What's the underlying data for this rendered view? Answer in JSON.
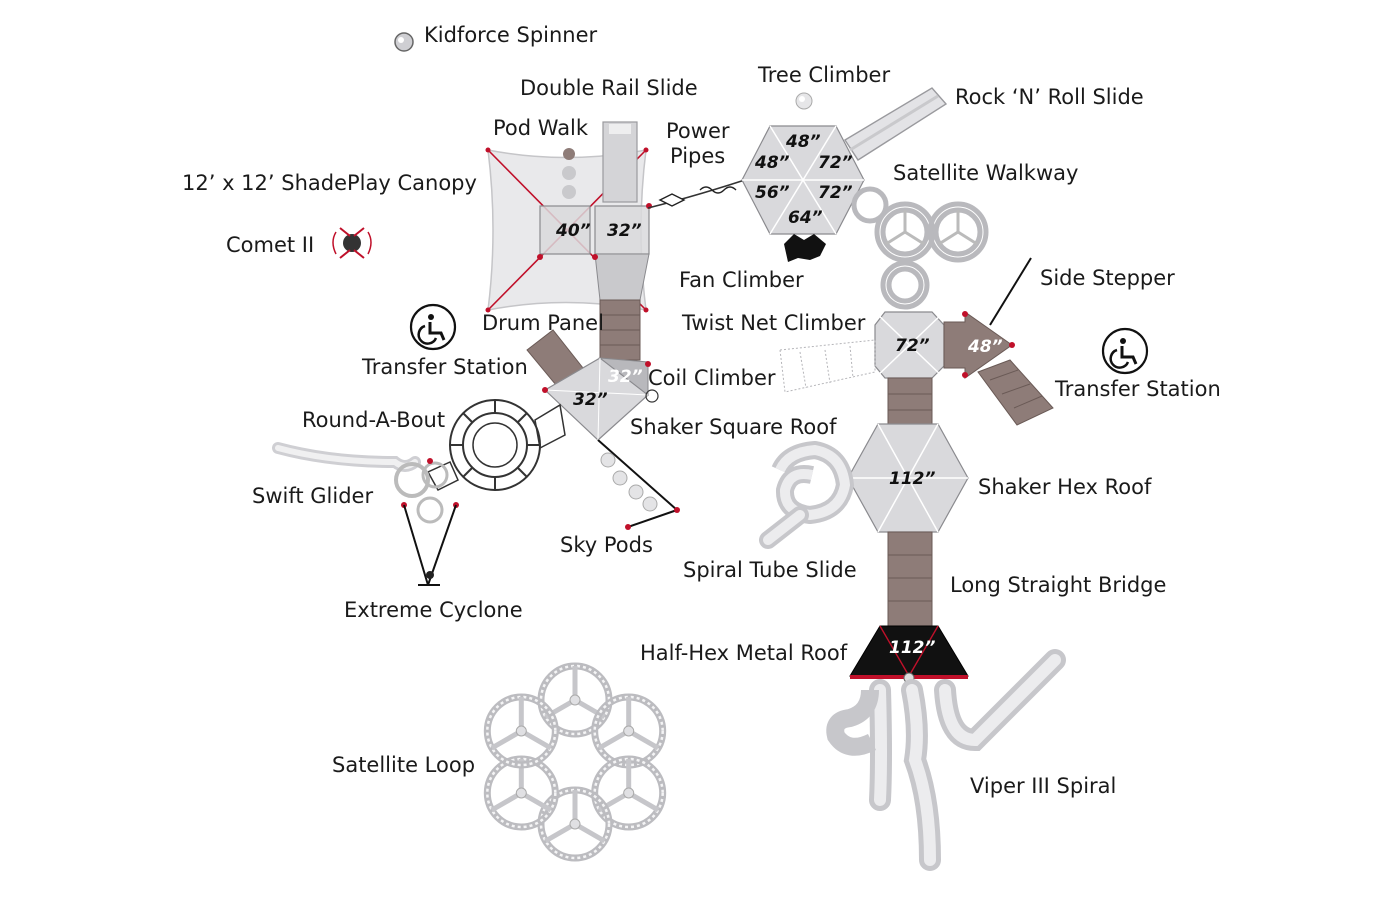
{
  "labels": {
    "kidforce_spinner": "Kidforce Spinner",
    "double_rail_slide": "Double Rail Slide",
    "tree_climber": "Tree Climber",
    "rock_n_roll_slide": "Rock ‘N’ Roll Slide",
    "pod_walk": "Pod Walk",
    "power_pipes_1": "Power",
    "power_pipes_2": "Pipes",
    "shadeplay_canopy": "12’ x 12’ ShadePlay Canopy",
    "satellite_walkway": "Satellite Walkway",
    "comet_ii": "Comet II",
    "fan_climber": "Fan Climber",
    "side_stepper": "Side Stepper",
    "drum_panel": "Drum Panel",
    "twist_net_climber": "Twist Net Climber",
    "transfer_station_left": "Transfer Station",
    "transfer_station_right": "Transfer Station",
    "coil_climber": "Coil Climber",
    "round_a_bout": "Round-A-Bout",
    "shaker_square_roof": "Shaker Square Roof",
    "shaker_hex_roof": "Shaker Hex Roof",
    "swift_glider": "Swift Glider",
    "sky_pods": "Sky Pods",
    "spiral_tube_slide": "Spiral Tube Slide",
    "long_straight_bridge": "Long Straight Bridge",
    "extreme_cyclone": "Extreme Cyclone",
    "half_hex_metal_roof": "Half-Hex Metal Roof",
    "satellite_loop": "Satellite Loop",
    "viper_iii_spiral": "Viper III Spiral"
  },
  "dimensions": {
    "hex_top_a": "48”",
    "hex_top_b": "48”",
    "hex_top_c": "72”",
    "hex_top_d": "56”",
    "hex_top_e": "72”",
    "hex_top_f": "64”",
    "canopy_deck_a": "40”",
    "canopy_deck_b": "32”",
    "square_deck_a": "32”",
    "square_deck_b": "32”",
    "twist_deck": "72”",
    "stepper_deck": "48”",
    "hex_roof": "112”",
    "half_hex_roof": "112”"
  },
  "icons": {
    "accessibility": "wheelchair-icon"
  },
  "colors": {
    "accent_red": "#c0102a",
    "bridge_brown": "#8e7c78",
    "deck_gray": "#d9d9dc",
    "roof_black": "#111111"
  }
}
